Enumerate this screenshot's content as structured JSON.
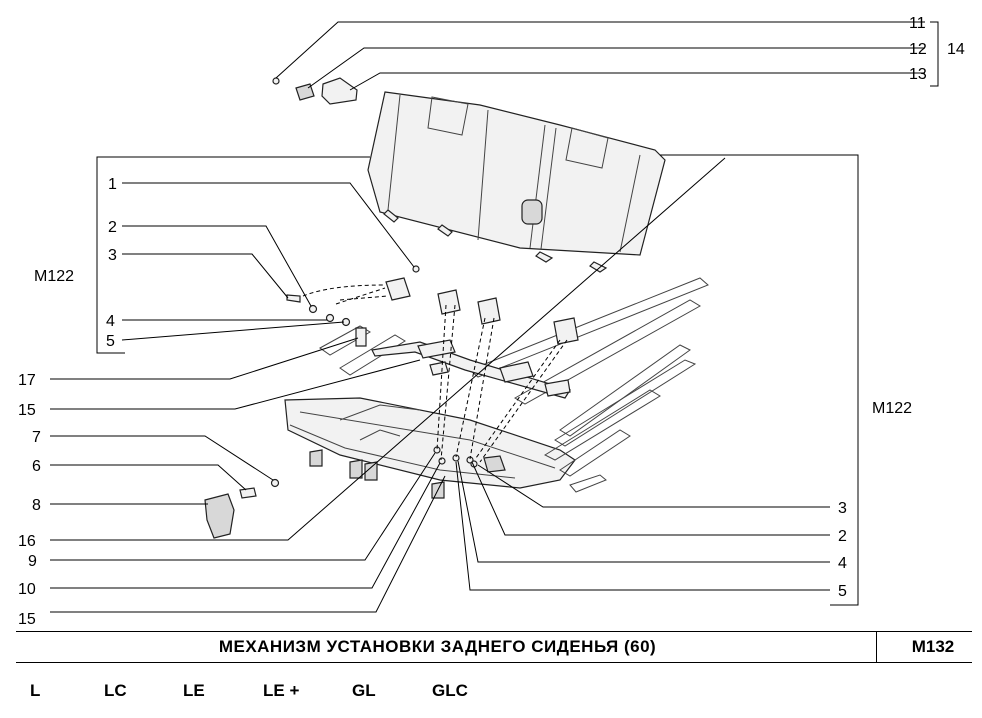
{
  "diagram": {
    "callouts_left": [
      "1",
      "2",
      "3",
      "4",
      "5",
      "17",
      "15",
      "7",
      "6",
      "8",
      "16",
      "9",
      "10",
      "15"
    ],
    "callouts_right": [
      "11",
      "12",
      "13",
      "3",
      "2",
      "4",
      "5"
    ],
    "group_label": "14",
    "ref_left": "M122",
    "ref_right": "M122"
  },
  "title_block": {
    "title": "МЕХАНИЗМ  УСТАНОВКИ  ЗАДНЕГО  СИДЕНЬЯ (60)",
    "code": "M132"
  },
  "variants": [
    "L",
    "LC",
    "LE",
    "LE +",
    "GL",
    "GLC"
  ]
}
